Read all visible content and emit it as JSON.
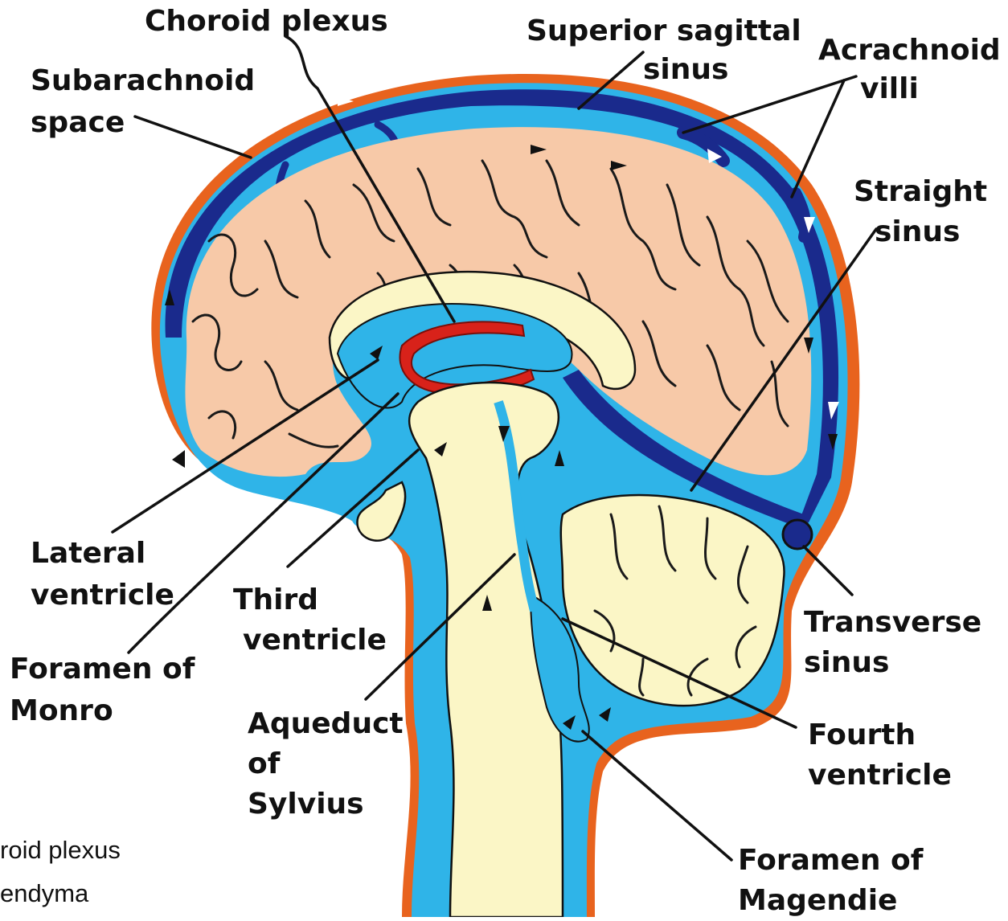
{
  "labels": {
    "choroid_plexus": "Choroid plexus",
    "superior_sagittal_1": "Superior sagittal",
    "superior_sagittal_2": "sinus",
    "arachnoid_1": "Acrachnoid",
    "arachnoid_2": "villi",
    "subarachnoid_1": "Subarachnoid",
    "subarachnoid_2": "space",
    "straight_1": "Straight",
    "straight_2": "sinus",
    "lateral_1": "Lateral",
    "lateral_2": "ventricle",
    "third_1": "Third",
    "third_2": "ventricle",
    "monro_1": "Foramen of",
    "monro_2": "Monro",
    "aqueduct_1": "Aqueduct",
    "aqueduct_2": "of",
    "aqueduct_3": "Sylvius",
    "transverse_1": "Transverse",
    "transverse_2": "sinus",
    "fourth_1": "Fourth",
    "fourth_2": "ventricle",
    "magendie_1": "Foramen of",
    "magendie_2": "Magendie"
  },
  "footnote": {
    "line1": "roid plexus",
    "line2": "endyma"
  },
  "colors": {
    "dura": "#e8631e",
    "sinus": "#1a2a8c",
    "csf": "#2fb4e8",
    "brain": "#f7c9a8",
    "brainstem": "#fbf6c6",
    "choroid": "#d8221a"
  }
}
